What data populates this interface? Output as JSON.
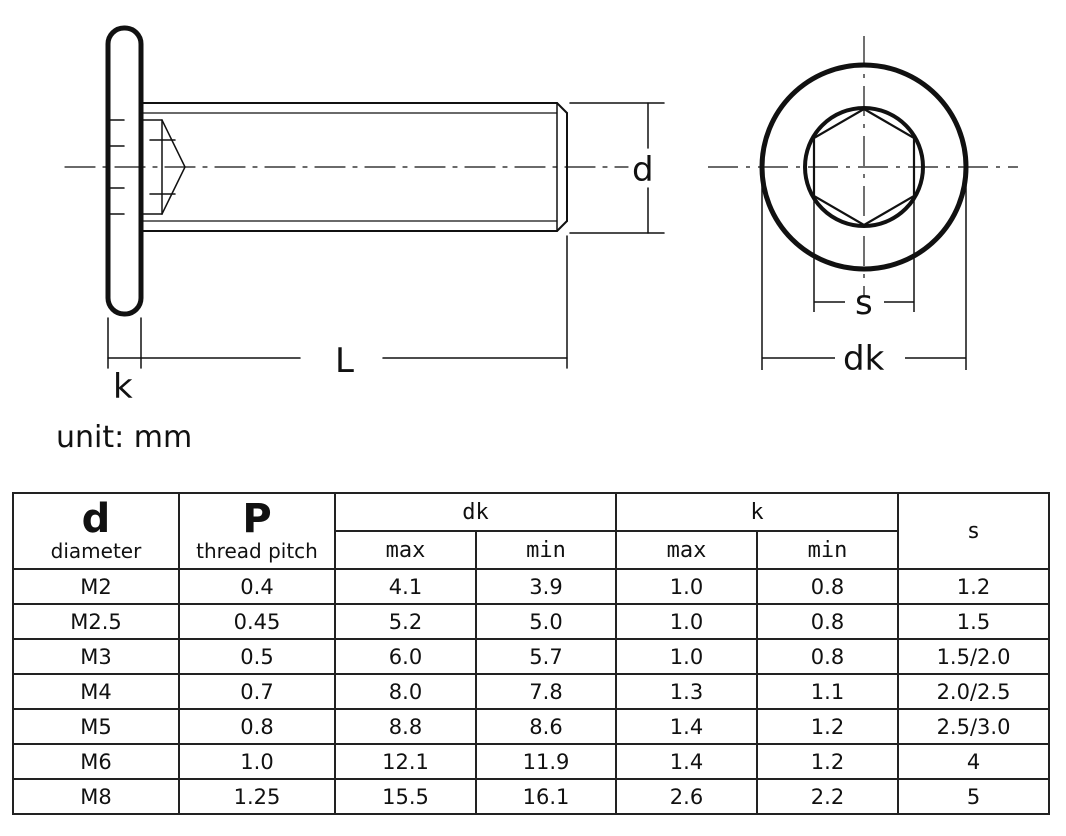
{
  "drawing": {
    "labels": {
      "d": "d",
      "L": "L",
      "k": "k",
      "s": "s",
      "dk": "dk"
    }
  },
  "unit_label": "unit: mm",
  "table": {
    "headers": {
      "d_symbol": "d",
      "d_desc": "diameter",
      "p_symbol": "P",
      "p_desc": "thread pitch",
      "dk": "dk",
      "k": "k",
      "s": "s",
      "max": "max",
      "min": "min"
    },
    "rows": [
      [
        "M2",
        "0.4",
        "4.1",
        "3.9",
        "1.0",
        "0.8",
        "1.2"
      ],
      [
        "M2.5",
        "0.45",
        "5.2",
        "5.0",
        "1.0",
        "0.8",
        "1.5"
      ],
      [
        "M3",
        "0.5",
        "6.0",
        "5.7",
        "1.0",
        "0.8",
        "1.5/2.0"
      ],
      [
        "M4",
        "0.7",
        "8.0",
        "7.8",
        "1.3",
        "1.1",
        "2.0/2.5"
      ],
      [
        "M5",
        "0.8",
        "8.8",
        "8.6",
        "1.4",
        "1.2",
        "2.5/3.0"
      ],
      [
        "M6",
        "1.0",
        "12.1",
        "11.9",
        "1.4",
        "1.2",
        "4"
      ],
      [
        "M8",
        "1.25",
        "15.5",
        "16.1",
        "2.6",
        "2.2",
        "5"
      ]
    ]
  }
}
